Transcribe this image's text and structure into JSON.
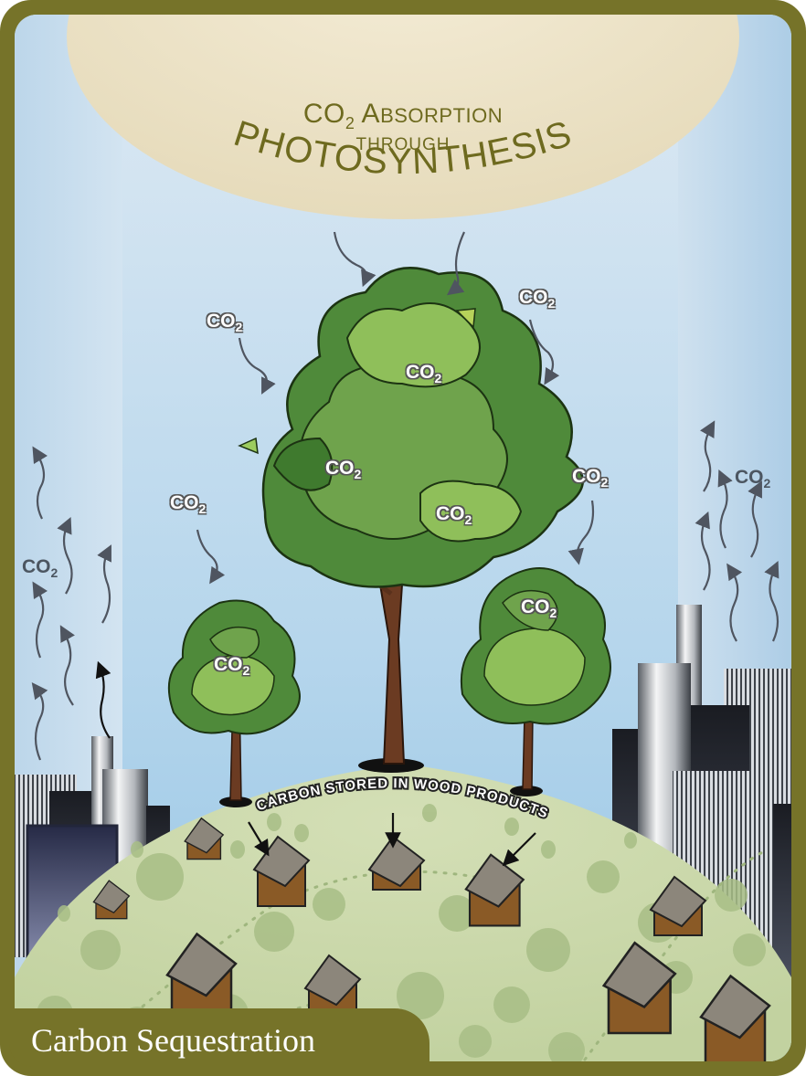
{
  "sun": {
    "line1_prefix": "CO",
    "line1_sub": "2",
    "line1_word_first": "A",
    "line1_word_rest": "BSORPTION",
    "line2": "through",
    "line3": "PHOTOSYNTHESIS"
  },
  "co2_labels": [
    {
      "id": "co2-sky-left",
      "text": "CO",
      "sub": "2",
      "style": "white"
    },
    {
      "id": "co2-sky-right",
      "text": "CO",
      "sub": "2",
      "style": "white"
    },
    {
      "id": "co2-big-tree-top",
      "text": "CO",
      "sub": "2",
      "style": "white"
    },
    {
      "id": "co2-big-tree-left",
      "text": "CO",
      "sub": "2",
      "style": "white"
    },
    {
      "id": "co2-big-tree-right",
      "text": "CO",
      "sub": "2",
      "style": "white"
    },
    {
      "id": "co2-sky-small-left",
      "text": "CO",
      "sub": "2",
      "style": "white"
    },
    {
      "id": "co2-sky-small-right",
      "text": "CO",
      "sub": "2",
      "style": "white"
    },
    {
      "id": "co2-small-tree-left",
      "text": "CO",
      "sub": "2",
      "style": "white"
    },
    {
      "id": "co2-small-tree-right",
      "text": "CO",
      "sub": "2",
      "style": "white"
    },
    {
      "id": "co2-city-left",
      "text": "CO",
      "sub": "2",
      "style": "dark"
    },
    {
      "id": "co2-city-right",
      "text": "CO",
      "sub": "2",
      "style": "dark"
    }
  ],
  "wood_products_label": "CARBON STORED IN WOOD PRODUCTS",
  "title": "Carbon Sequestration",
  "colors": {
    "frame": "#767329",
    "sky_top": "#dbe9f5",
    "sky_bottom": "#9bc8e6",
    "sun": "#efe6cd",
    "sun_text": "#6e6a1f",
    "ground": "#c8d6a8",
    "tree_dark": "#4f8a3a",
    "tree_mid": "#6fa34c",
    "tree_light": "#8fbf5a",
    "trunk": "#6b3b22",
    "house_wall": "#8a5a26",
    "house_roof": "#8a847a"
  }
}
